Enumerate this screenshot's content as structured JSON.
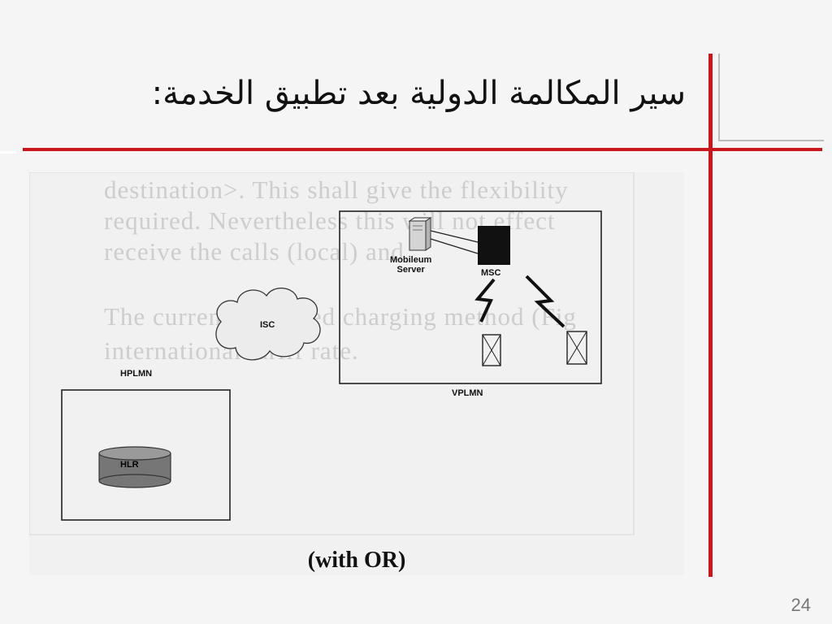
{
  "slide": {
    "title": "سير المكالمة الدولية بعد تطبيق الخدمة:",
    "page_number": "24",
    "colors": {
      "accent_red": "#c8181e",
      "frame_gray": "#bcbcbc"
    }
  },
  "figure": {
    "caption": "(with OR)",
    "background_text": [
      "destination>. This shall give the flexibility",
      "required. Nevertheless this will not effect",
      "receive the calls (local) and",
      "The current proposed charging method (Fig",
      "international tariff rate."
    ],
    "nodes": {
      "mobileum_server_line1": "Mobileum",
      "mobileum_server_line2": "Server",
      "msc": "MSC",
      "isc": "ISC",
      "hplmn": "HPLMN",
      "hlr": "HLR",
      "vplmn": "VPLMN"
    },
    "icons": [
      "server-icon",
      "msc-block-icon",
      "cloud-icon",
      "lightning-icon",
      "antenna-icon",
      "database-cylinder-icon"
    ]
  }
}
